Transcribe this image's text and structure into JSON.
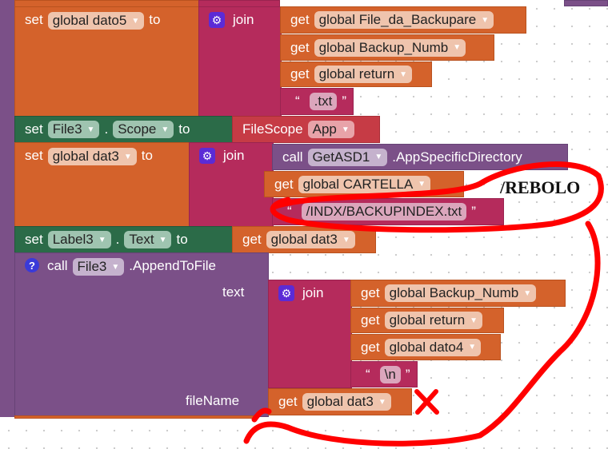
{
  "blocks": {
    "set_dato5": {
      "set": "set",
      "var": "global dato5",
      "to": "to",
      "join": "join",
      "items": [
        "global File_da_Backupare",
        "global Backup_Numb",
        "global return"
      ],
      "get": "get",
      "text": ".txt"
    },
    "set_scope": {
      "set": "set",
      "component": "File3",
      "prop": "Scope",
      "to": "to",
      "filescope": "FileScope",
      "value": "App"
    },
    "set_dat3": {
      "set": "set",
      "var": "global dat3",
      "to": "to",
      "join": "join",
      "call": "call",
      "component": "GetASD1",
      "method": ".AppSpecificDirectory",
      "get": "get",
      "get_var": "global CARTELLA",
      "text": "/INDX/BACKUPINDEX.txt"
    },
    "set_label": {
      "set": "set",
      "component": "Label3",
      "prop": "Text",
      "to": "to",
      "get": "get",
      "get_var": "global dat3"
    },
    "append": {
      "call": "call",
      "component": "File3",
      "method": ".AppendToFile",
      "text_label": "text",
      "join": "join",
      "get": "get",
      "items": [
        "global Backup_Numb",
        "global return",
        "global dato4"
      ],
      "text": "\\n",
      "filename_label": "fileName",
      "filename_var": "global dat3"
    }
  },
  "annotation": {
    "text": "/REBOLO",
    "color": "#ff0000"
  }
}
